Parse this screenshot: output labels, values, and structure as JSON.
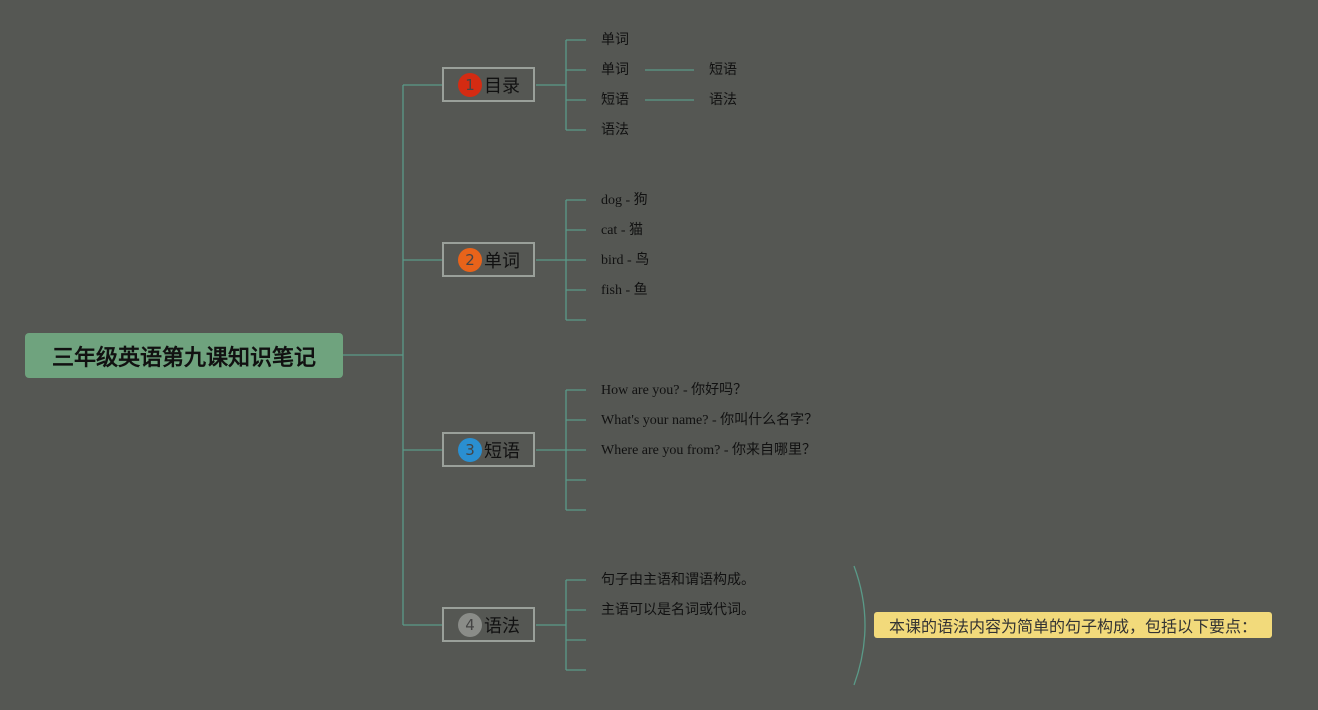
{
  "root": {
    "title": "三年级英语第九课知识笔记"
  },
  "branches": [
    {
      "badge": "1",
      "badge_color": "#d42b12",
      "label": "目录"
    },
    {
      "badge": "2",
      "badge_color": "#e8631a",
      "label": "单词"
    },
    {
      "badge": "3",
      "badge_color": "#2a8fd1",
      "label": "短语"
    },
    {
      "badge": "4",
      "badge_color": "#8a8c88",
      "label": "语法"
    }
  ],
  "toc": {
    "items": [
      "单词",
      "单词",
      "短语",
      "语法"
    ],
    "sub": [
      "短语",
      "语法"
    ]
  },
  "words": [
    "dog - 狗",
    "cat - 猫",
    "bird - 鸟",
    "fish - 鱼"
  ],
  "phrases": [
    "How are you? - 你好吗？",
    "What's your name? - 你叫什么名字？",
    "Where are you from? - 你来自哪里？"
  ],
  "grammar": {
    "items": [
      "句子由主语和谓语构成。",
      "主语可以是名词或代词。"
    ],
    "note": "本课的语法内容为简单的句子构成，包括以下要点："
  },
  "colors": {
    "background": "#555753",
    "line": "#5a9a88",
    "root": "#6fa37e",
    "note": "#f2da7b"
  }
}
